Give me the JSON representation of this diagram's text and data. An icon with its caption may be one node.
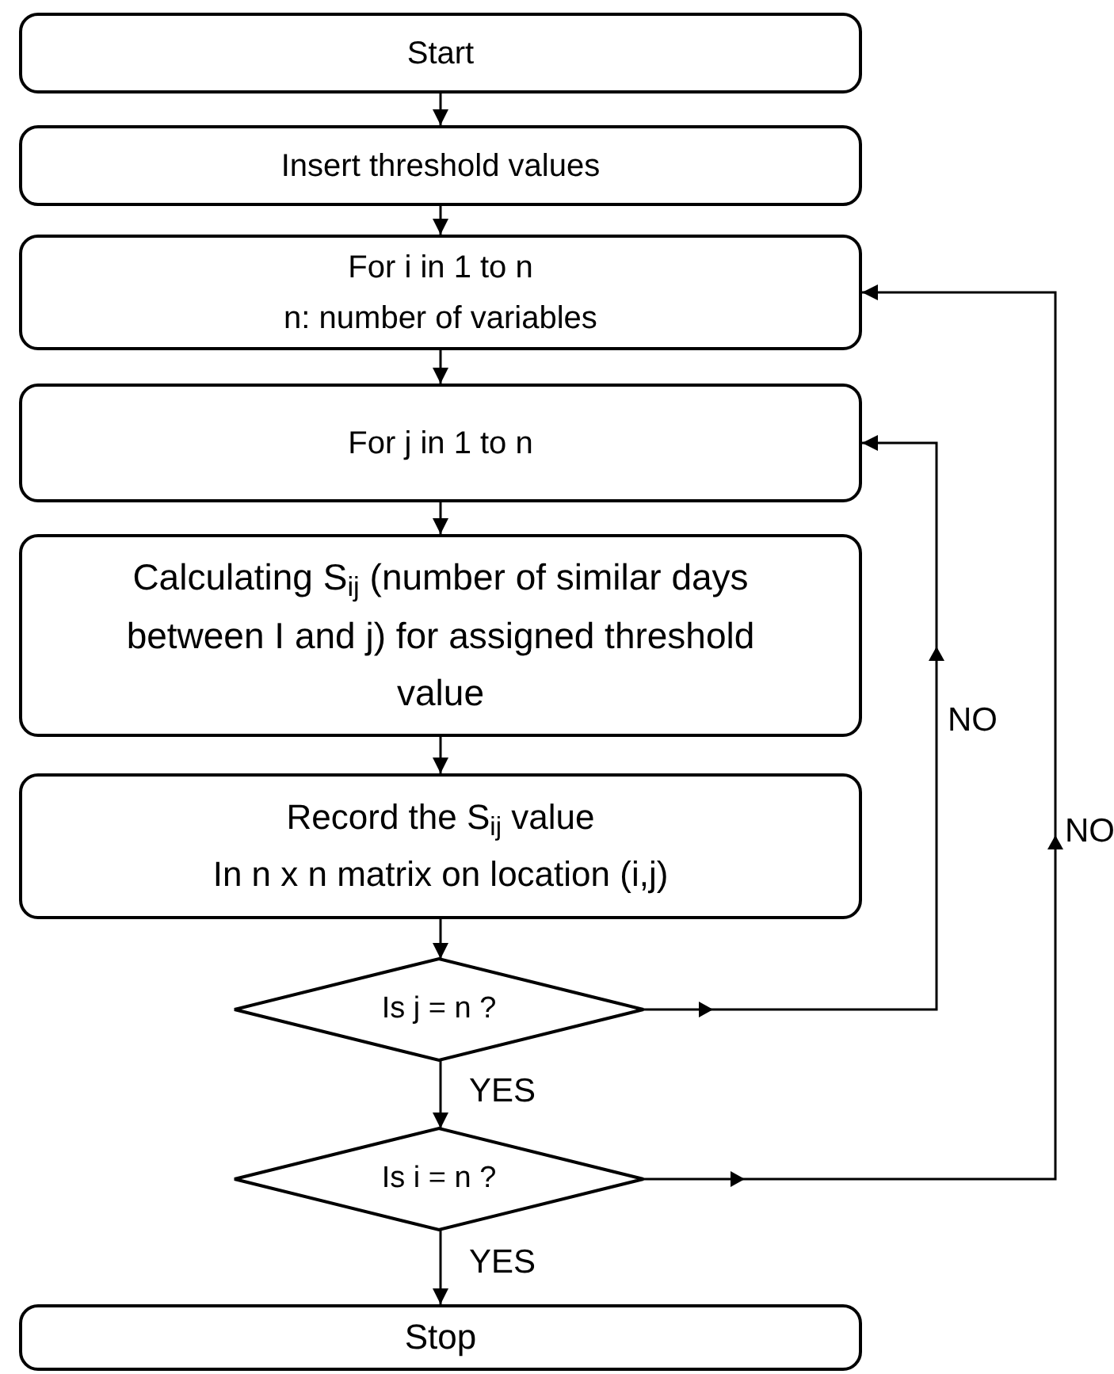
{
  "diagram": {
    "nodes": [
      {
        "text": [
          "Start"
        ]
      },
      {
        "text": [
          "Insert threshold values"
        ]
      },
      {
        "text": [
          "For i in 1 to n",
          "n: number of variables"
        ]
      },
      {
        "text": [
          "For j in 1 to n"
        ]
      },
      {
        "text": [
          "Calculating S$_{ij}$ (number of similar days between I and j) for assigned threshold value"
        ]
      },
      {
        "text": [
          "Record the S$_{ij}$ value",
          "In n x n matrix on location (i,j)"
        ]
      },
      {
        "text": [
          "Is j = n ?"
        ]
      },
      {
        "text": [
          "Is i = n ?"
        ]
      },
      {
        "text": [
          "Stop"
        ]
      }
    ],
    "edges": [
      {
        "from": 0,
        "to": 1,
        "arrow": "to"
      },
      {
        "from": 1,
        "to": 2,
        "arrow": "to"
      },
      {
        "from": 2,
        "to": 3,
        "arrow": "to"
      },
      {
        "from": 3,
        "to": 4,
        "arrow": "to"
      },
      {
        "from": 4,
        "to": 5,
        "arrow": "to"
      },
      {
        "from": 5,
        "to": 6,
        "arrow": "to"
      },
      {
        "from": 6,
        "to": 7,
        "arrow": "to",
        "label": "YES"
      },
      {
        "from": 7,
        "to": 8,
        "arrow": "to",
        "label": "YES"
      },
      {
        "from": 6,
        "to": 3,
        "arrow": "to",
        "label": "NO"
      },
      {
        "from": 7,
        "to": 2,
        "arrow": "to",
        "label": "NO"
      }
    ]
  }
}
